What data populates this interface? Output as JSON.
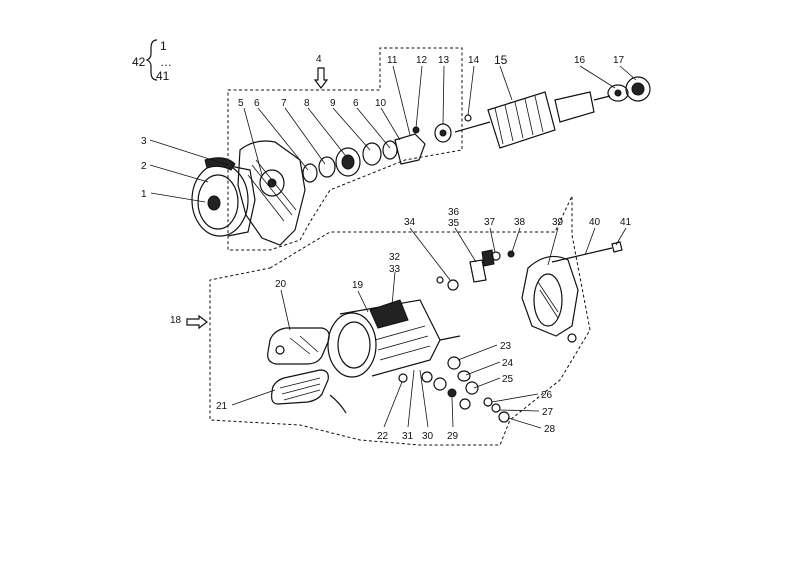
{
  "legend": {
    "total_label": "42",
    "range_start": "1",
    "range_sep": "…",
    "range_end": "41"
  },
  "callouts": [
    "1",
    "2",
    "3",
    "4",
    "5",
    "6",
    "7",
    "8",
    "9",
    "6",
    "10",
    "11",
    "12",
    "13",
    "14",
    "15",
    "16",
    "17",
    "18",
    "19",
    "20",
    "21",
    "22",
    "23",
    "24",
    "25",
    "26",
    "27",
    "28",
    "29",
    "30",
    "31",
    "32",
    "33",
    "34",
    "35",
    "36",
    "37",
    "38",
    "39",
    "40",
    "41"
  ]
}
